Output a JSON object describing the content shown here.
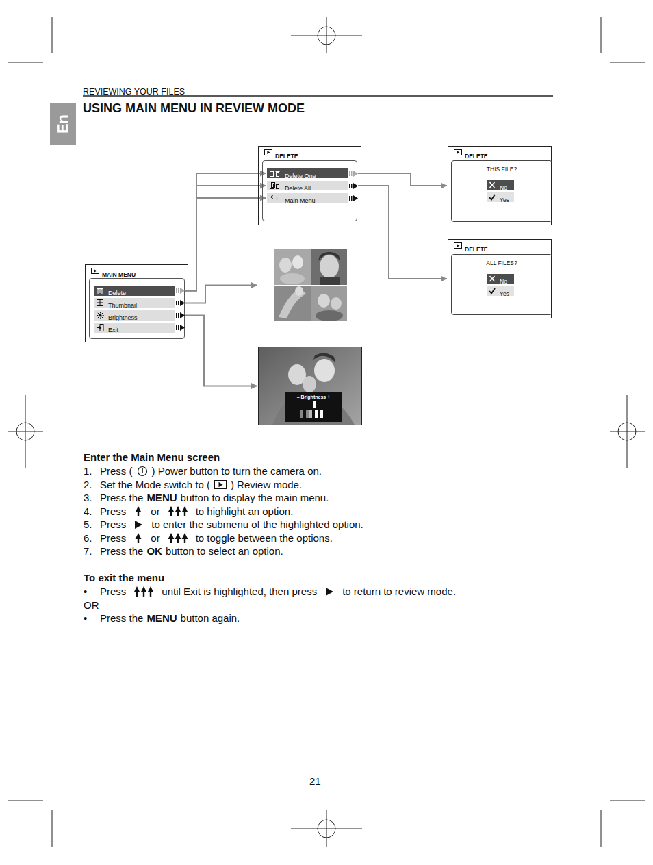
{
  "diagram": {
    "title": "USING MAIN MENU IN REVIEW MODE",
    "nodes": [
      {
        "text": [
          "DELETE"
        ]
      },
      {
        "text": [
          "Delete One"
        ],
        "in": 0
      },
      {
        "text": [
          "Delete All"
        ],
        "in": 0
      },
      {
        "text": [
          "Main Menu"
        ],
        "in": 0
      },
      {
        "text": [
          "DELETE"
        ]
      },
      {
        "text": [
          "THIS FILE?"
        ],
        "in": 4
      },
      {
        "text": [
          "No"
        ],
        "in": 5
      },
      {
        "text": [
          "Yes"
        ],
        "in": 5
      },
      {
        "text": [
          "DELETE"
        ]
      },
      {
        "text": [
          "ALL FILES?"
        ],
        "in": 8
      },
      {
        "text": [
          "No"
        ],
        "in": 9
      },
      {
        "text": [
          "Yes"
        ],
        "in": 9
      },
      {
        "text": [
          "MAIN MENU"
        ]
      },
      {
        "text": [
          "Delete"
        ],
        "in": 12
      },
      {
        "text": [
          "Thumbnail"
        ],
        "in": 12
      },
      {
        "text": [
          "Brightness"
        ],
        "in": 12
      },
      {
        "text": [
          "Exit"
        ],
        "in": 12
      },
      {
        "text": []
      },
      {
        "text": []
      },
      {
        "text": [
          "– Brightness +"
        ],
        "in": 18
      }
    ],
    "edges": [
      {
        "from": 13,
        "to": 1,
        "arrow": "to"
      },
      {
        "from": 13,
        "to": 2,
        "arrow": "to"
      },
      {
        "from": 13,
        "to": 3,
        "arrow": "to"
      },
      {
        "from": 1,
        "to": 4,
        "arrow": "to"
      },
      {
        "from": 2,
        "to": 8,
        "arrow": "to"
      },
      {
        "from": 14,
        "to": 17,
        "arrow": "to"
      },
      {
        "from": 15,
        "to": 18,
        "arrow": "to"
      }
    ],
    "labels": [
      "REVIEWING YOUR FILES",
      "En",
      "Enter the Main Menu screen",
      "1.",
      "Press (",
      ") Power button to turn the camera on.",
      "2.",
      "Set the Mode switch to (",
      ") Review mode.",
      "3.",
      "Press the",
      "MENU",
      "button to display the main menu.",
      "4.",
      "Press",
      "or",
      "to highlight an option.",
      "5.",
      "Press",
      "to enter the submenu of the highlighted option.",
      "6.",
      "Press",
      "or",
      "to toggle between the options.",
      "7.",
      "Press the",
      "OK",
      "button to select an option.",
      "To exit the menu",
      "•",
      "Press",
      "until Exit is highlighted, then press",
      "to return to review mode.",
      "OR",
      "•",
      "Press the",
      "MENU",
      "button again.",
      "21"
    ]
  }
}
